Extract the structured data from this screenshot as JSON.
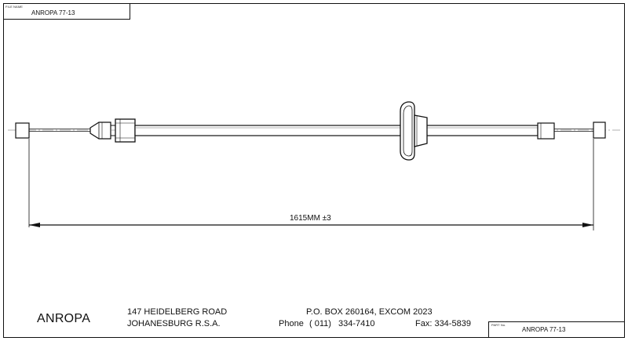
{
  "file_box": {
    "label": "FILE NAME",
    "value": "ANROPA 77-13"
  },
  "part_box": {
    "label": "PART No.",
    "value": "ANROPA 77-13"
  },
  "dimension": {
    "label": "1615MM ±3"
  },
  "company": {
    "name": "ANROPA",
    "address_line1": "147 HEIDELBERG ROAD",
    "address_line2": "JOHANESBURG R.S.A.",
    "po_box": "P.O. BOX 260164, EXCOM 2023",
    "phone_label": "Phone",
    "phone_code": "( 011)",
    "phone_number": "334-7410",
    "fax": "Fax: 334-5839"
  }
}
